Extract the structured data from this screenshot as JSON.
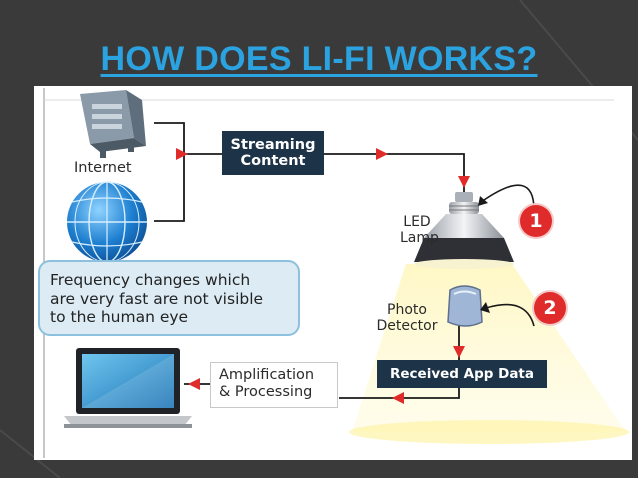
{
  "title": "HOW DOES LI-FI WORKS?",
  "labels": {
    "internet": "Internet",
    "streaming_line1": "Streaming",
    "streaming_line2": "Content",
    "led_line1": "LED",
    "led_line2": "Lamp",
    "photo_line1": "Photo",
    "photo_line2": "Detector",
    "received": "Received App Data",
    "amp_line1": "Amplification",
    "amp_line2": "& Processing",
    "note_line1": "Frequency changes which",
    "note_line2": "are very fast are not visible",
    "note_line3": "to the human eye"
  },
  "steps": [
    "1",
    "2"
  ],
  "colors": {
    "title": "#2aa3e0",
    "dark_box": "#1d3348",
    "arrow": "#e02b2b",
    "light_beam": "#fff6b0",
    "note_bg": "#dcebf4",
    "badge": "#e02b2b"
  }
}
